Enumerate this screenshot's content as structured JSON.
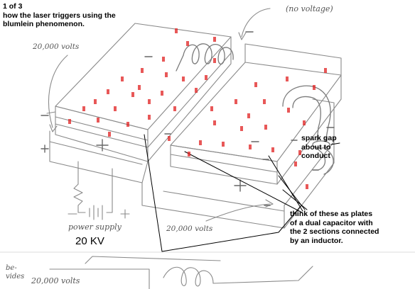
{
  "title_block": {
    "lines": [
      "1 of 3",
      "how the laser triggers using the",
      "blumlein phenomenon."
    ]
  },
  "sketch_labels": {
    "no_voltage": "(no voltage)",
    "volts_left": "20,000 volts",
    "volts_bottom": "20,000 volts",
    "volts_lower_strip": "20,000 volts",
    "power_supply": "power supply",
    "be_vides": "be-\nvides"
  },
  "supply_voltage": "20 KV",
  "spark_gap_note": {
    "lines": [
      "spark gap",
      "about to",
      "conduct"
    ]
  },
  "plates_note": {
    "lines": [
      "think of these as plates",
      "of a dual capacitor with",
      "the 2 sections connected",
      "by an inductor."
    ]
  },
  "charge_color": "#e02020"
}
